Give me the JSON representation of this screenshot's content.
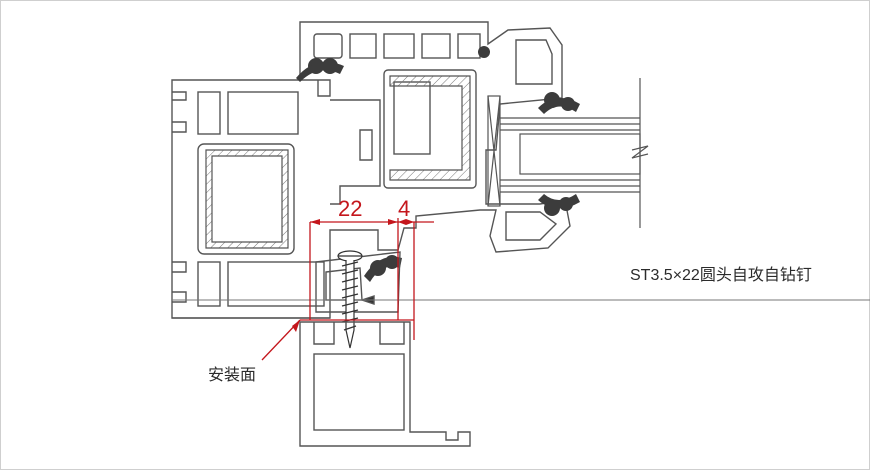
{
  "diagram": {
    "dimension_width": "22",
    "dimension_gap": "4",
    "screw_callout": "ST3.5×22圆头自攻自钻钉",
    "mounting_face_callout": "安装面"
  },
  "colors": {
    "outline": "#555555",
    "gasket": "#3c3c3c",
    "dimension": "#c4161c",
    "frame_border": "#cfcfcf"
  }
}
